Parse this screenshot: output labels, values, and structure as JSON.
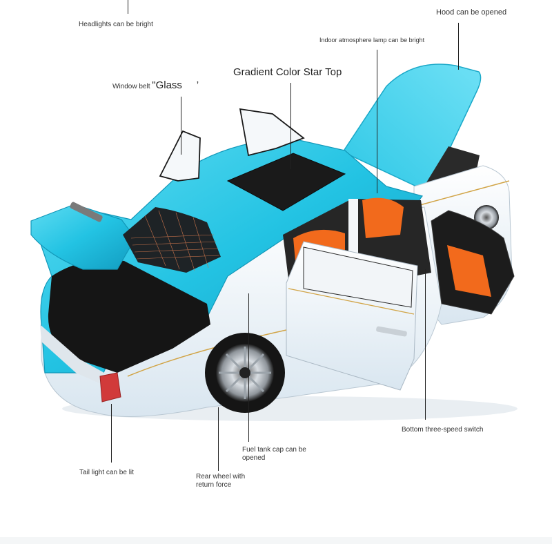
{
  "image": {
    "subject": "light blue and white toy model car",
    "colors": {
      "body_blue": "#23c3e3",
      "body_white": "#eef5fa",
      "interior_orange": "#f26a1c",
      "trim_gold": "#d1a446",
      "interior_black": "#1c1c1c"
    }
  },
  "labels": {
    "headlights": "Headlights can be bright",
    "hood": "Hood can be opened",
    "indoor_lamp": "Indoor atmosphere lamp can be bright",
    "star_top": "Gradient Color Star Top",
    "window_belt_prefix": "Window belt",
    "window_belt_quote": "\"Glass",
    "window_belt_tick": "’",
    "bottom_switch": "Bottom three-speed switch",
    "tail_light": "Tail light can be lit",
    "rear_wheel": "Rear wheel with return force",
    "fuel_cap": "Fuel tank cap can be opened"
  }
}
